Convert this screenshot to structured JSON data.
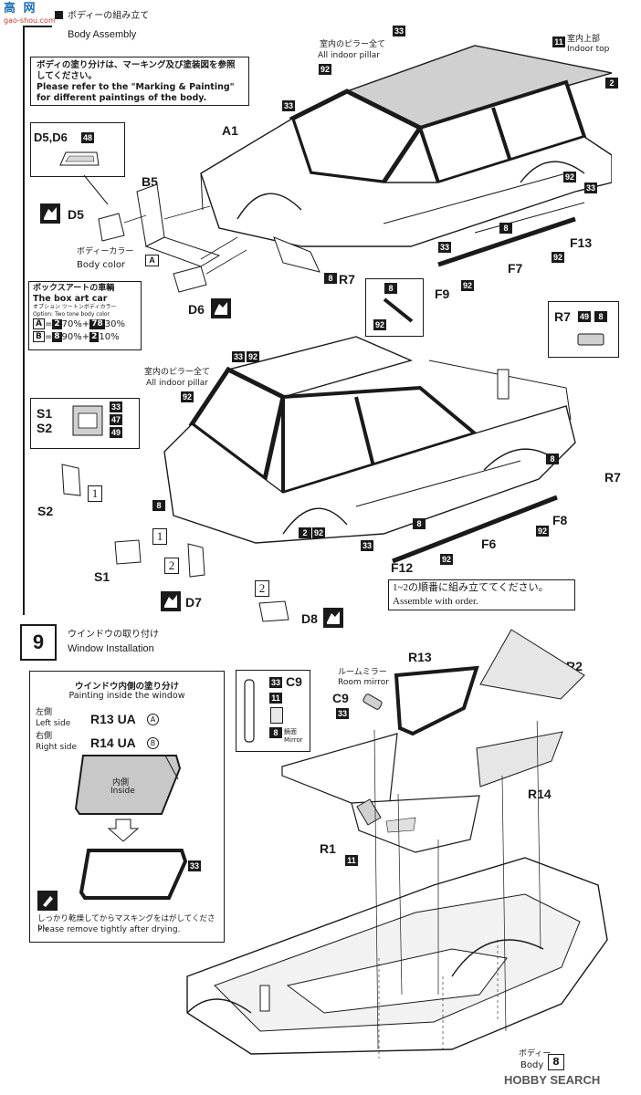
{
  "watermark": {
    "top_text": "高 网",
    "url": "gao-shou.com",
    "bottom_brand": "HOBBY SEARCH"
  },
  "section_body": {
    "title_jp": "ボディーの組み立て",
    "title_en": "Body Assembly",
    "note_jp": "ボディの塗り分けは、マーキング及び塗装図を参照してください。",
    "note_en": "Please refer to the \"Marking & Painting\" for different paintings of the body.",
    "d5d6": {
      "label": "D5,D6",
      "num": "48"
    },
    "body_color_jp": "ボディーカラー",
    "body_color_en": "Body color",
    "box_art": {
      "title_jp": "ボックスアートの車輌",
      "title_en": "The box art car",
      "option": "オプション  ツートンボディカラー  Option: Two tone body color",
      "a_line": {
        "tag": "A",
        "n1": "2",
        "p1": "70%+",
        "n2": "78",
        "p2": "30%"
      },
      "b_line": {
        "tag": "B",
        "n1": "8",
        "p1": "90%+",
        "n2": "2",
        "p2": "10%"
      }
    },
    "pillar_jp": "室内のピラー全て",
    "pillar_en": "All indoor pillar",
    "indoor_top_jp": "室内上部",
    "indoor_top_en": "Indoor top",
    "labels": [
      "A1",
      "B5",
      "D5",
      "D6",
      "R7",
      "F9",
      "F7",
      "F13",
      "S1",
      "S2",
      "D7",
      "D8",
      "F6",
      "F8",
      "F12",
      "A",
      "B"
    ],
    "r7_box": {
      "label": "R7",
      "n1": "49",
      "n2": "8"
    },
    "s_box": {
      "s1": "S1",
      "s2": "S2",
      "n1": "33",
      "n2": "47",
      "n3": "49"
    },
    "order_jp": "1~2の順番に組み立ててください。",
    "order_en": "Assemble with order.",
    "order_marks": [
      "1",
      "2"
    ]
  },
  "section_window": {
    "step": "9",
    "title_jp": "ウインドウの取り付け",
    "title_en": "Window Installation",
    "panel": {
      "title_jp": "ウインドウ内側の塗り分け",
      "title_en": "Painting inside the window",
      "left_jp": "左側",
      "left_en": "Left side",
      "left_code": "R13 UA",
      "left_mark": "A",
      "right_jp": "右側",
      "right_en": "Right side",
      "right_code": "R14 UA",
      "right_mark": "B",
      "inside_jp": "内側",
      "inside_en": "Inside",
      "num": "33",
      "note_jp": "しっかり乾燥してからマスキングをはがしてください。",
      "note_en": "Please remove tightly after drying."
    },
    "mirror": {
      "c9": "C9",
      "n1": "33",
      "n2": "11",
      "n3": "8",
      "mirror_jp": "鏡面",
      "mirror_en": "Mirror",
      "room_jp": "ルームミラー",
      "room_en": "Room mirror"
    },
    "labels": [
      "R13",
      "R2",
      "C9",
      "R14",
      "R1"
    ],
    "body_jp": "ボディー",
    "body_en": "Body",
    "body_num": "8"
  },
  "colors": {
    "ink": "#1a1a1a",
    "grey": "#bdbdbd",
    "light": "#e8e8e8"
  }
}
